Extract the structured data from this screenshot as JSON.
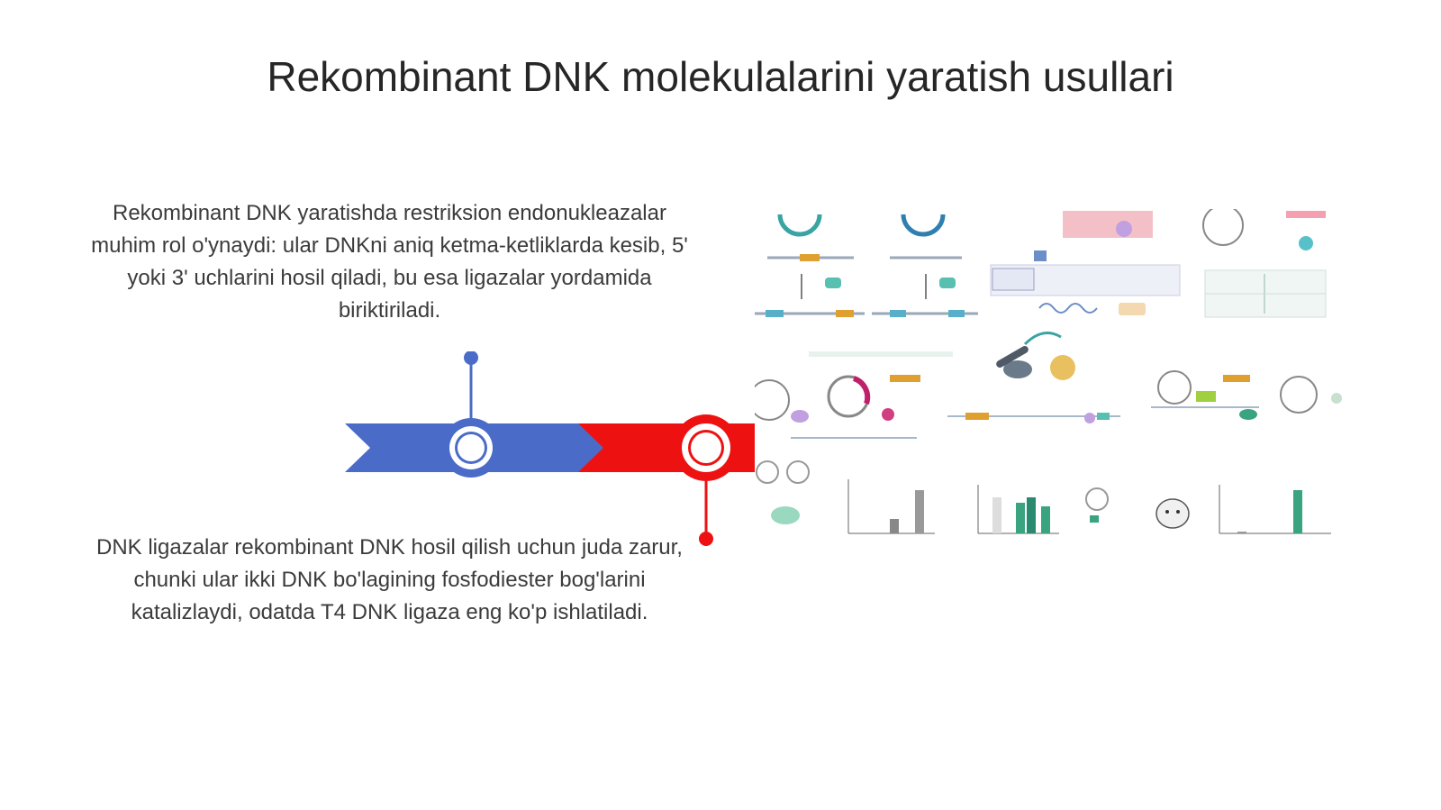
{
  "slide": {
    "title": "Rekombinant DNK molekulalarini yaratish usullari",
    "paragraph_top": "Rekombinant DNK yaratishda restriksion endonukleazalar muhim rol o'ynaydi: ular DNKni aniq ketma-ketliklarda kesib, 5' yoki 3' uchlarini hosil qiladi, bu esa ligazalar yordamida biriktiriladi.",
    "paragraph_bottom": "DNK ligazalar rekombinant DNK hosil qilish uchun juda zarur, chunki ular ikki DNK bo'lagining fosfodiester bog'larini katalizlaydi, odatda T4 DNK ligaza eng ko'p ishlatiladi."
  },
  "colors": {
    "timeline_blue": "#4a6cc8",
    "timeline_red": "#ee1111"
  }
}
